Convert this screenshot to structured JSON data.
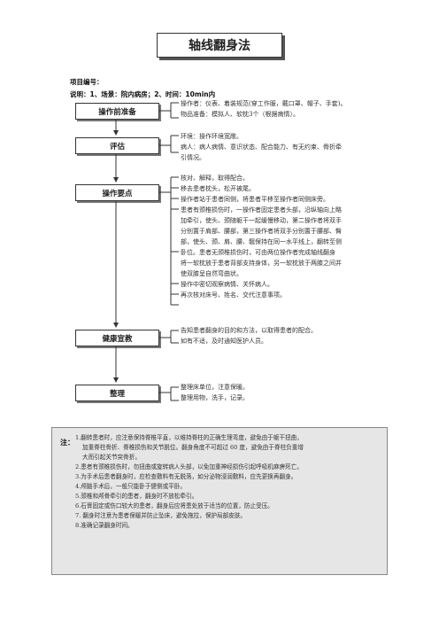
{
  "title": "轴线翻身法",
  "project_label": "项目编号：",
  "description": {
    "label": "说明：",
    "items": "1、场景：院内病房；2、时间：10min内"
  },
  "sections": [
    {
      "label": "操作前准备",
      "lines": [
        "操作者：仪表、着装规范(穿工作服，戴口罩、帽子、手套)。",
        "物品准备：模拟人、软枕3个（根据病情）。"
      ]
    },
    {
      "label": "评估",
      "lines": [
        "环境：操作环境宽敞。",
        "病人：病人病情、意识状态、配合能力、有无约束、骨折牵",
        "引情况。"
      ]
    },
    {
      "label": "操作要点",
      "lines": [
        "核对、解释，取得配合。",
        "移去患者枕头，松开被尾。",
        "操作者站于患者同侧，将患者平移至操作者同侧床旁。",
        "患者有颈椎损伤时，一操作者固定患者头部，沿纵轴向上略",
        "加牵引，使头、颈随躯干一起缓慢移动，第二操作者将双手",
        "分别置于肩部、腰部，第三操作者将双手分别置于腰部、臀",
        "部，使头、颈、肩、腰、髋保持在同一水平线上，翻转至侧",
        "卧位。患者无颈椎损伤时，可由两位操作者完成轴线翻身",
        "将一软枕放于患者背部支持身体，另一软枕放于两膝之间并",
        "使双膝呈自然弯曲状。",
        "操作中密切观察病情、关怀病人。",
        "再次核对床号、姓名、交代注意事项。"
      ]
    },
    {
      "label": "健康宣教",
      "lines": [
        "告知患者翻身的目的和方法，以取得患者的配合。",
        "如有不适，及时通知医护人员。"
      ]
    },
    {
      "label": "整理",
      "lines": [
        "整理床单位，注意保暖。",
        "整理用物，洗手，记录。"
      ]
    }
  ],
  "notes": {
    "label": "注：",
    "items": [
      "1.翻转患者时，应注意保持脊椎平直，以维持脊柱的正确生理弯度，避免由于躯干扭曲，",
      "加重脊柱骨折、脊椎损伤和关节脱位。翻身角度不可超过 60 度，避免由于脊柱负重增",
      "大而引起关节突骨折。",
      "2.患者有颈椎损伤时，勿扭曲或旋转病人头部，以免加重神经损伤引起呼吸机麻痹死亡。",
      "3.为手术后患者翻身时，应检查敷料有无脱落，如分泌物浸润敷料，应先更换再翻身。",
      "4.颅脑手术后，一般只能卧于健侧或平卧。",
      "5.颈椎和颅骨牵引的患者，翻身时不放松牵引。",
      "6.石膏固定或伤口较大的患者，翻身后应将患处放于适当的位置，防止受压。",
      "7. 翻身时注意为患者保暖并防止坠床，避免拖拉，保护局部皮肤。",
      "8.准确记录翻身时间。"
    ]
  }
}
